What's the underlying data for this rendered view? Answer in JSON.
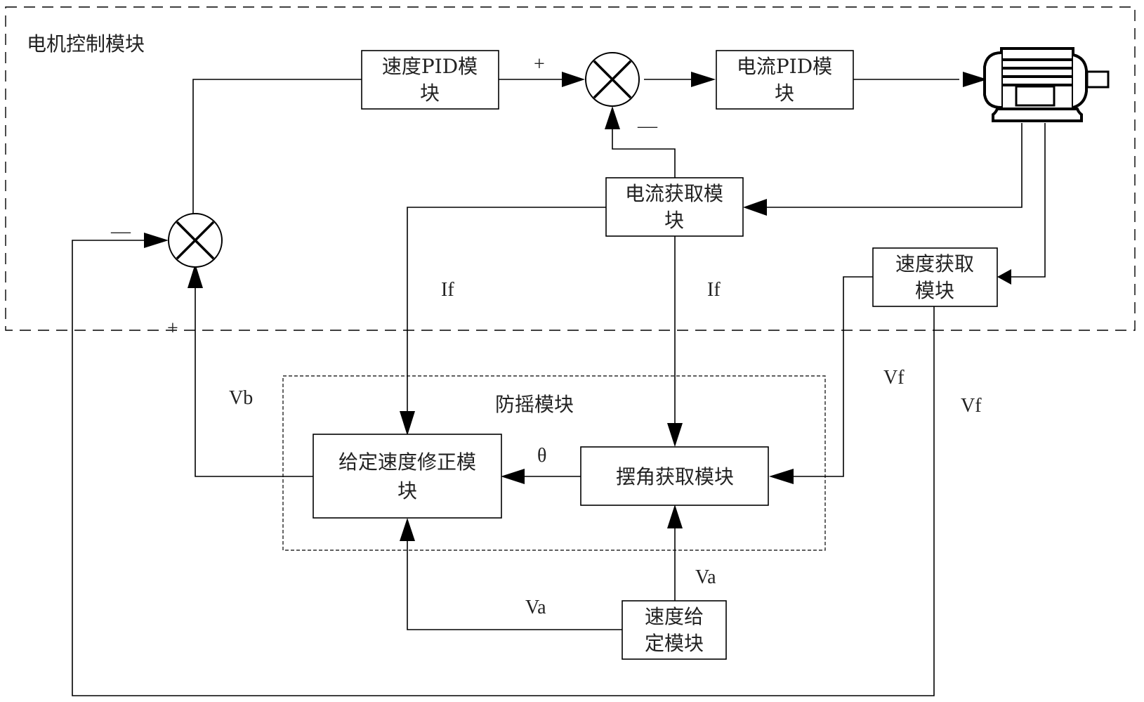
{
  "diagram": {
    "groups": {
      "motor_control": "电机控制模块",
      "anti_sway": "防摇模块"
    },
    "blocks": {
      "speed_pid": [
        "速度PID模",
        "块"
      ],
      "current_pid": [
        "电流PID模",
        "块"
      ],
      "current_acquire": [
        "电流获取模",
        "块"
      ],
      "speed_acquire": [
        "速度获取",
        "模块"
      ],
      "speed_correction": [
        "给定速度修正模",
        "块"
      ],
      "swing_angle": [
        "摆角获取模块"
      ],
      "speed_given": [
        "速度给",
        "定模块"
      ]
    },
    "signals": {
      "if_left": "If",
      "if_right": "If",
      "vf_inner": "Vf",
      "vf_outer": "Vf",
      "vb": "Vb",
      "theta": "θ",
      "va_right": "Va",
      "va_left": "Va"
    },
    "signs": {
      "sum1_plus": "+",
      "sum1_minus": "—",
      "sum2_plus": "+",
      "sum2_minus": "—"
    },
    "icons": {
      "motor": "electric-motor-icon",
      "summing_junction": "summing-junction-icon"
    }
  }
}
